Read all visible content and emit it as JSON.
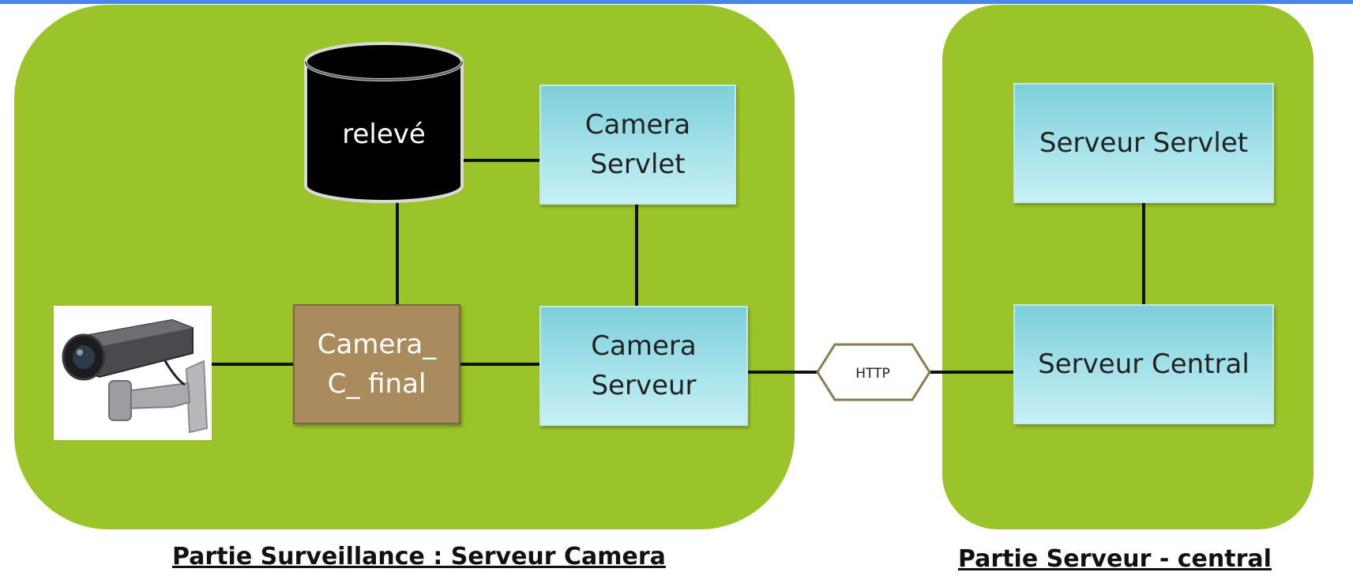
{
  "nodes": {
    "database": "relevé",
    "camera_servlet": "Camera\nServlet",
    "camera_c_final": "Camera_\nC_ final",
    "camera_serveur": "Camera\nServeur",
    "serveur_servlet": "Serveur Servlet",
    "serveur_central": "Serveur Central"
  },
  "connector": {
    "http": "HTTP"
  },
  "captions": {
    "left": "Partie Surveillance : Serveur Camera",
    "right": "Partie Serveur - central"
  },
  "icons": {
    "camera": "security-camera-icon",
    "database": "database-cylinder-icon"
  },
  "colors": {
    "region": "#9bc42a",
    "box_cyan": "#a6e2ea",
    "box_brown": "#a98b5e",
    "database": "#000000",
    "header_bar": "#4a86e8"
  }
}
